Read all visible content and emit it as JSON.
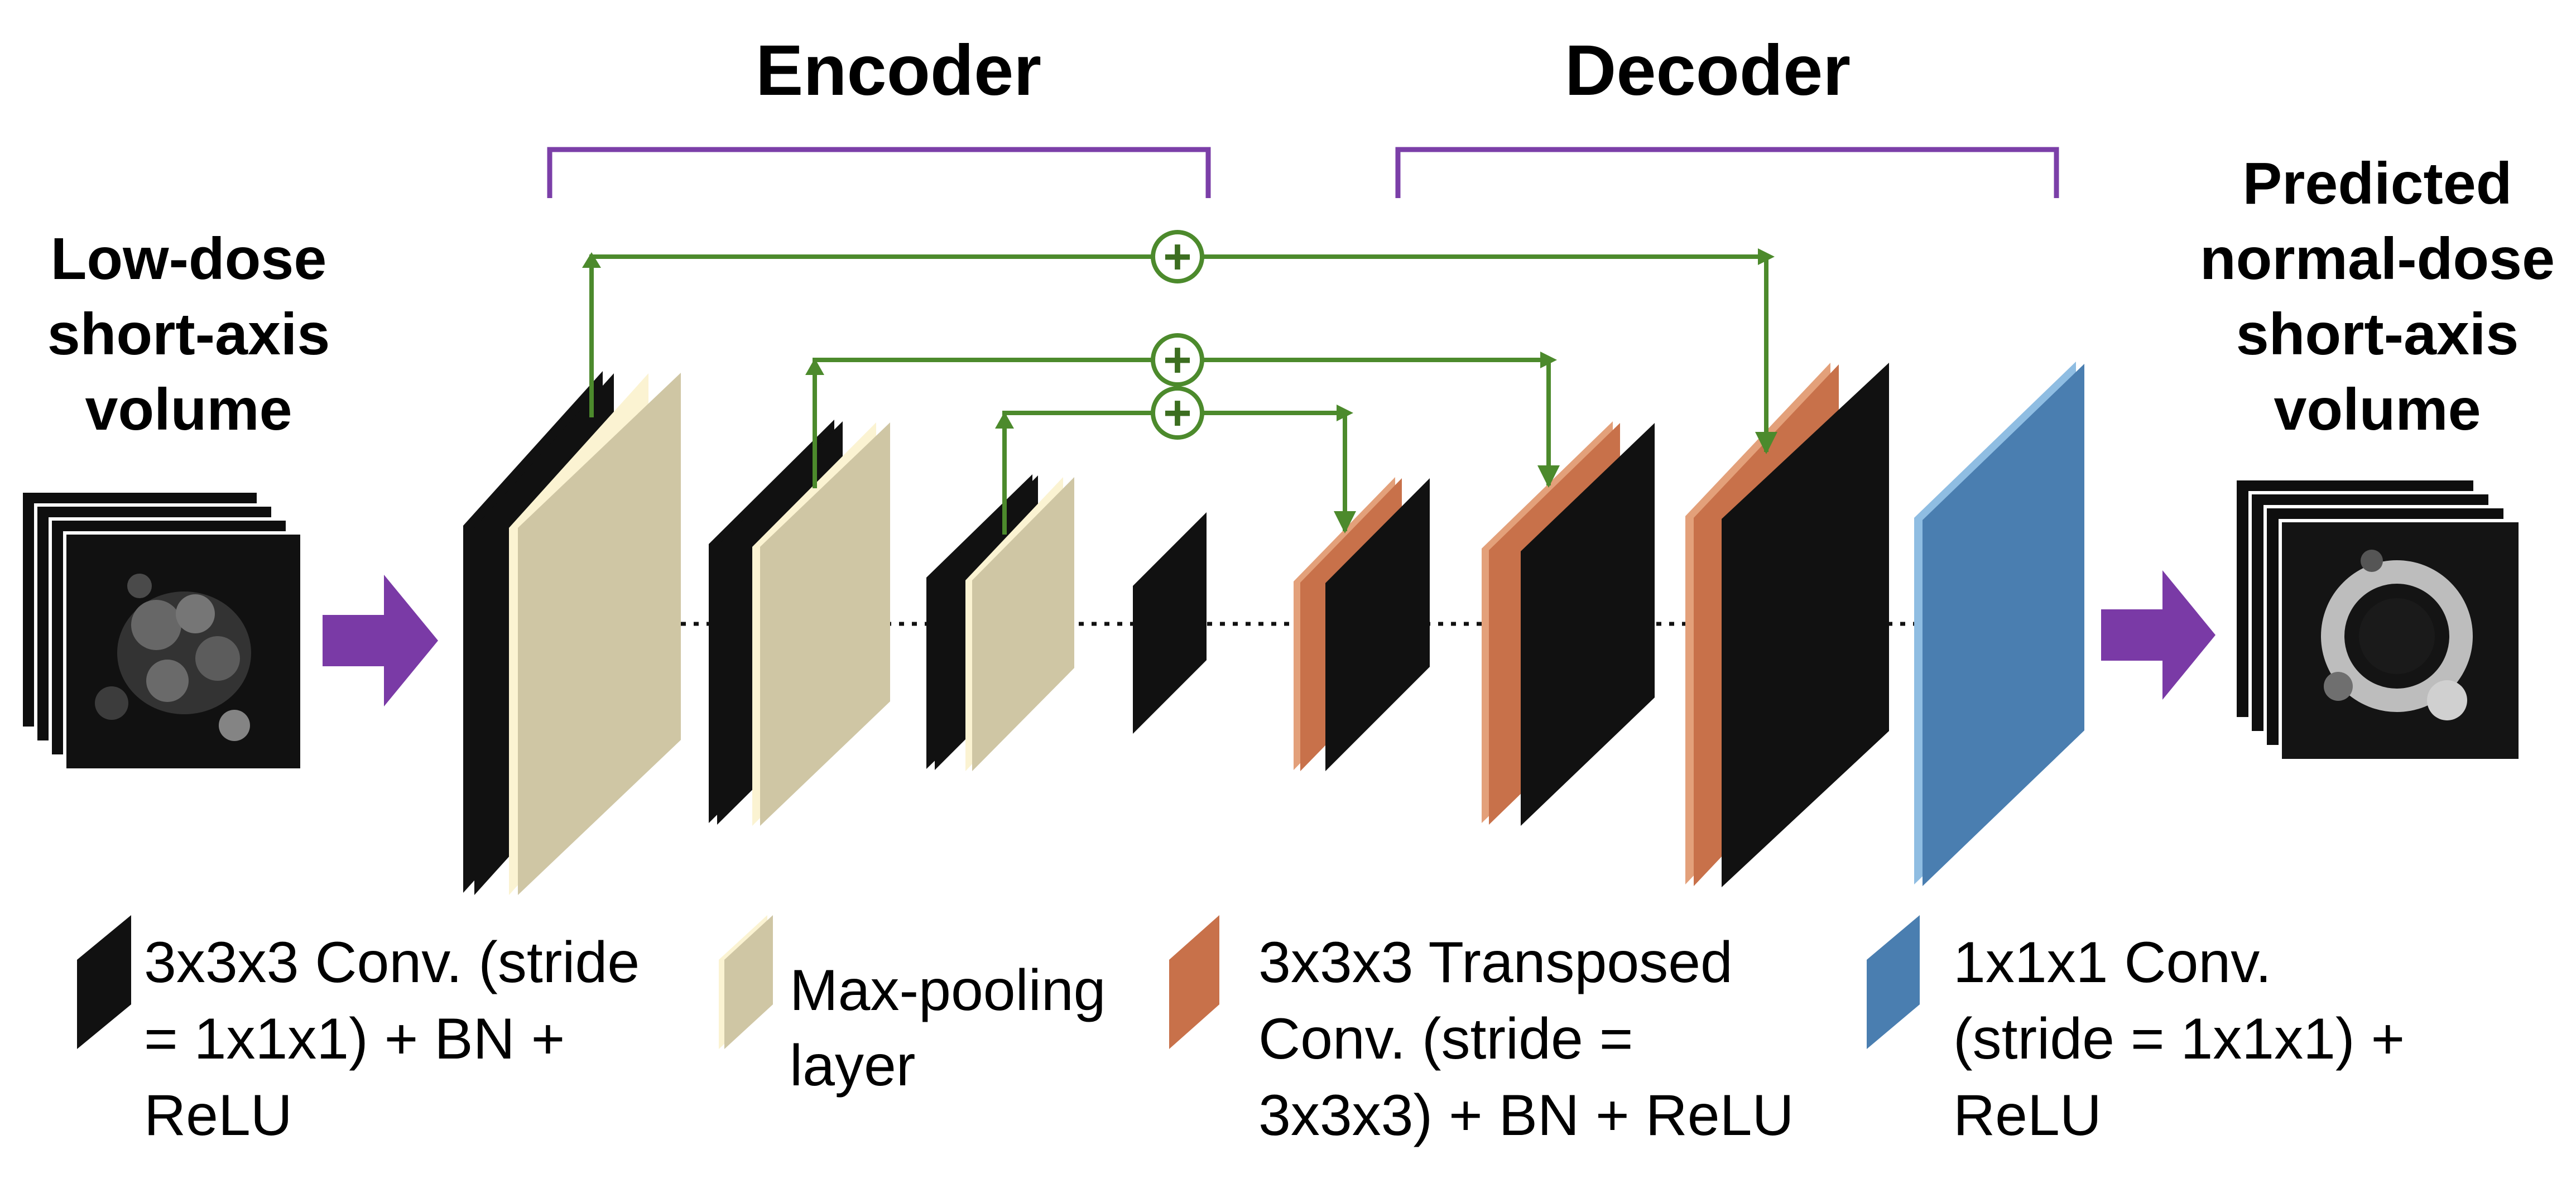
{
  "headers": {
    "encoder": "Encoder",
    "decoder": "Decoder"
  },
  "input_label": [
    "Low-dose",
    "short-axis",
    "volume"
  ],
  "output_label": [
    "Predicted",
    "normal-dose",
    "short-axis",
    "volume"
  ],
  "skip_symbol": "+",
  "legend": [
    {
      "lines": [
        "3x3x3 Conv. (stride",
        "= 1x1x1) + BN +",
        "ReLU"
      ],
      "color": "#111111"
    },
    {
      "lines": [
        "Max-pooling",
        "layer"
      ],
      "color": "#cfc6a4"
    },
    {
      "lines": [
        "3x3x3 Transposed",
        "Conv. (stride =",
        "3x3x3) + BN + ReLU"
      ],
      "color": "#c8714a"
    },
    {
      "lines": [
        "1x1x1 Conv.",
        "(stride = 1x1x1) +",
        "ReLU"
      ],
      "color": "#4a7eb0"
    }
  ],
  "colors": {
    "conv": "#111111",
    "conv_edge": "#3a3a3a",
    "pool": "#cfc6a4",
    "pool_edge": "#fbf3d2",
    "transposed": "#c8714a",
    "transposed_edge": "#e3a07a",
    "final": "#4a7eb0",
    "final_edge": "#8fbde2",
    "bracket": "#7b3fa8",
    "arrow": "#7a3aa6",
    "skip": "#4c8a2c"
  }
}
